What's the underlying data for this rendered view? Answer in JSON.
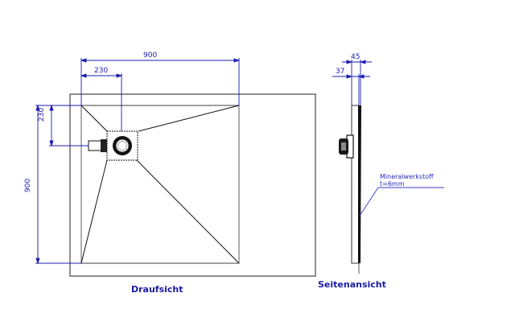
{
  "drawing": {
    "top_view": {
      "title": "Draufsicht",
      "dim_width_total": "900",
      "dim_drain_offset_x": "230",
      "dim_drain_offset_y": "230",
      "dim_height_total": "900"
    },
    "side_view": {
      "title": "Seitenansicht",
      "dim_total_thickness": "45",
      "dim_inner_thickness": "37",
      "material_note_line1": "Mineralwerkstoff",
      "material_note_line2": "t=6mm"
    },
    "colors": {
      "dimension_blue": "#1c1cb0",
      "outline_gray": "#666666",
      "line_black": "#111111"
    }
  }
}
